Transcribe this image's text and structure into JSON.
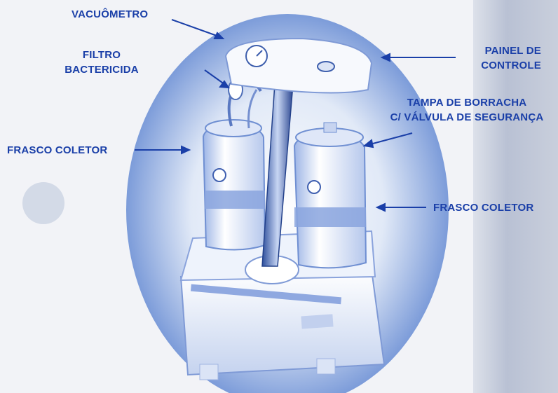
{
  "labels": {
    "vacuometro": "VACUÔMETRO",
    "filtro_line1": "FILTRO",
    "filtro_line2": "BACTERICIDA",
    "painel_line1": "PAINEL DE",
    "painel_line2": "CONTROLE",
    "tampa_line1": "TAMPA DE BORRACHA",
    "tampa_line2": "C/ VÁLVULA DE SEGURANÇA",
    "frasco_coletor_left": "FRASCO COLETOR",
    "frasco_coletor_right": "FRASCO COLETOR"
  },
  "colors": {
    "label_blue": "#1a3fa8",
    "device_light": "#f4f7fc",
    "device_shade": "#5b7fc8"
  }
}
